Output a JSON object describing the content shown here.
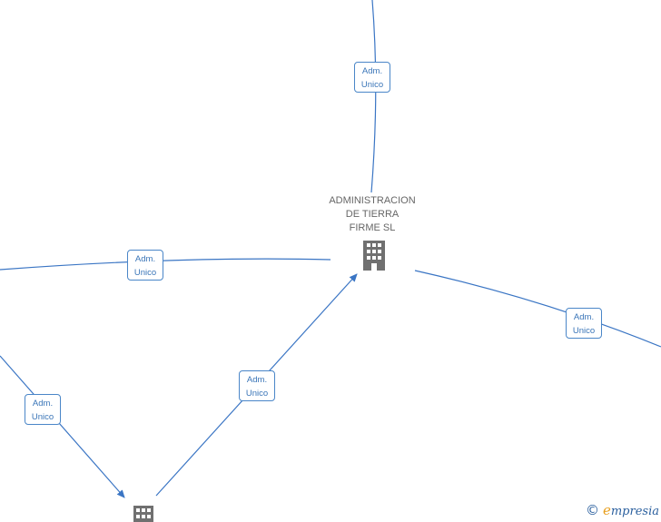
{
  "nodes": {
    "main_company": {
      "label": "ADMINISTRACION\nDE TIERRA\nFIRME  SL",
      "icon": "building-icon"
    },
    "bottom_company": {
      "label": "",
      "icon": "building-icon"
    }
  },
  "edges": [
    {
      "line1": "Adm.",
      "line2": "Unico"
    },
    {
      "line1": "Adm.",
      "line2": "Unico"
    },
    {
      "line1": "Adm.",
      "line2": "Unico"
    },
    {
      "line1": "Adm.",
      "line2": "Unico"
    },
    {
      "line1": "Adm.",
      "line2": "Unico"
    }
  ],
  "watermark": {
    "copyright": "©",
    "brand_initial": "e",
    "brand_rest": "mpresia"
  },
  "colors": {
    "edge": "#3a75c4",
    "node_icon": "#707070",
    "label_text": "#666666"
  }
}
